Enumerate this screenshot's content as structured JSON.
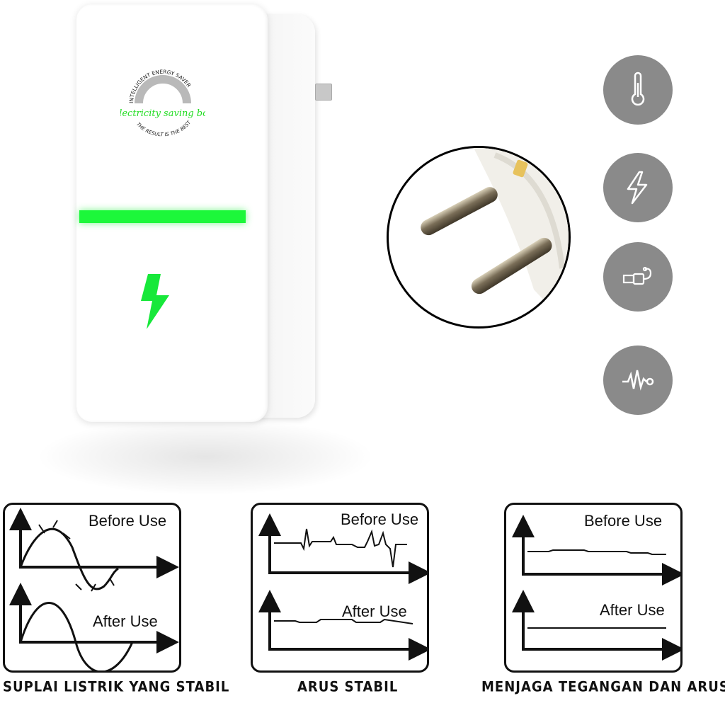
{
  "device": {
    "logo_ring_text": "INTELLIGENT ENERGY SAVER",
    "logo_main_text": "Electricity saving box",
    "logo_bottom_text": "THE RESULT IS THE BEST",
    "bolt_icon": "lightning-bolt-icon",
    "accent_color": "#1cf73a"
  },
  "feature_icons": [
    "thermometer-icon",
    "lightning-icon",
    "usb-cable-icon",
    "waveform-icon"
  ],
  "panels": [
    {
      "before_label": "Before Use",
      "after_label": "After Use",
      "caption": "SUPLAI LISTRIK YANG STABIL"
    },
    {
      "before_label": "Before Use",
      "after_label": "After Use",
      "caption": "ARUS STABIL"
    },
    {
      "before_label": "Before Use",
      "after_label": "After Use",
      "caption": "MENJAGA TEGANGAN DAN ARUS"
    }
  ]
}
